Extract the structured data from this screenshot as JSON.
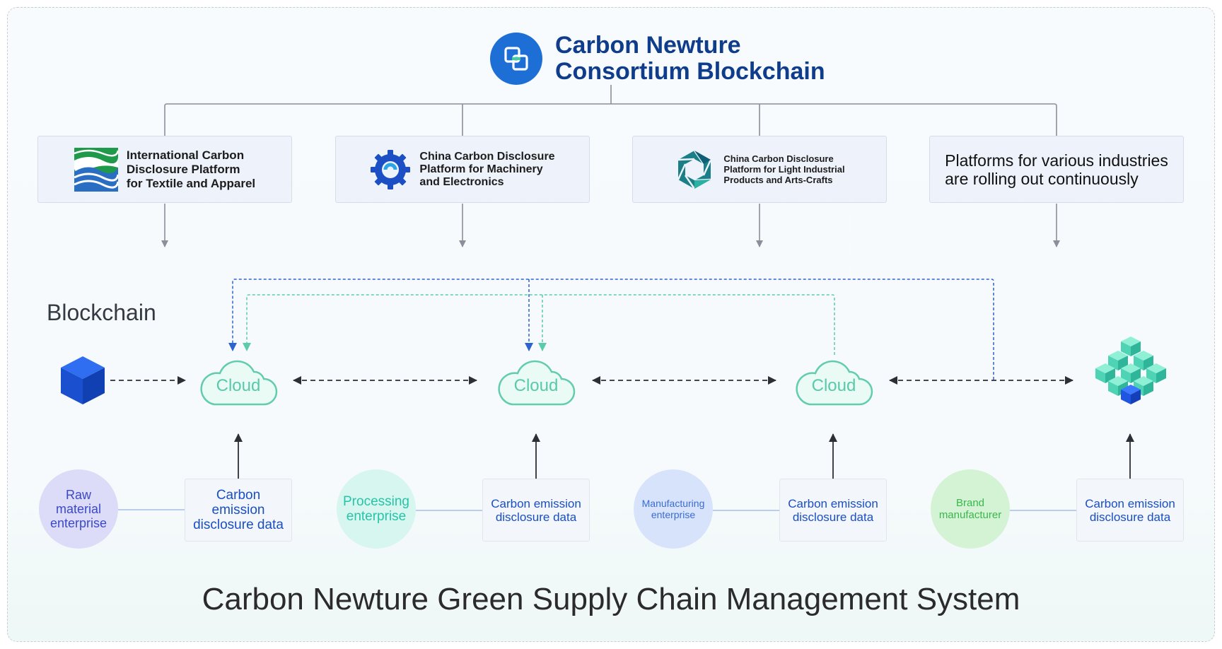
{
  "header": {
    "title_line1": "Carbon Newture",
    "title_line2": "Consortium Blockchain",
    "logo_icon": "chain-link-icon",
    "brand_color": "#1d6fd6"
  },
  "platforms": [
    {
      "lines": [
        "International Carbon",
        "Disclosure Platform",
        "for Textile and Apparel"
      ],
      "icon": "textile-platform-logo"
    },
    {
      "lines": [
        "China Carbon Disclosure",
        "Platform for Machinery",
        "and Electronics"
      ],
      "icon": "gear-logo"
    },
    {
      "lines": [
        "China Carbon Disclosure",
        "Platform for Light Industrial",
        "Products and Arts-Crafts"
      ],
      "icon": "hexagon-aperture-logo"
    },
    {
      "lines": [
        "Platforms for various industries",
        "are rolling out continuously"
      ]
    }
  ],
  "blockchain": {
    "label": "Blockchain",
    "cloud_label": "Cloud",
    "start_icon": "blue-cube-icon",
    "end_icon": "cube-stack-icon"
  },
  "enterprises": [
    {
      "lines": [
        "Raw",
        "material",
        "enterprise"
      ],
      "color": "#3c49c6"
    },
    {
      "lines": [
        "Processing",
        "enterprise"
      ],
      "color": "#27c4a8"
    },
    {
      "lines": [
        "Manufacturing",
        "enterprise"
      ],
      "color": "#3b6cd3"
    },
    {
      "lines": [
        "Brand",
        "manufacturer"
      ],
      "color": "#38b84a"
    }
  ],
  "data_boxes": [
    {
      "lines": [
        "Carbon",
        "emission",
        "disclosure data"
      ]
    },
    {
      "lines": [
        "Carbon emission",
        "disclosure data"
      ]
    },
    {
      "lines": [
        "Carbon emission",
        "disclosure data"
      ]
    },
    {
      "lines": [
        "Carbon emission",
        "disclosure data"
      ]
    }
  ],
  "footer": {
    "title": "Carbon Newture Green Supply Chain Management System"
  }
}
